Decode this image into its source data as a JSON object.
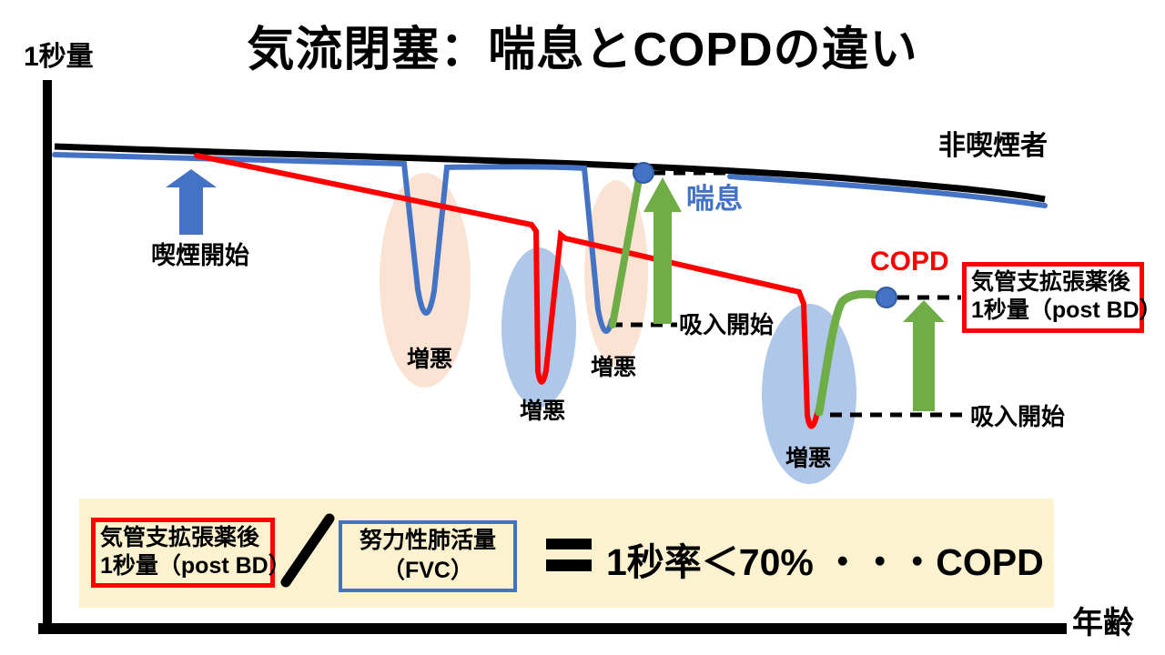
{
  "title": "気流閉塞：喘息とCOPDの違い",
  "axes": {
    "y_label": "1秒量",
    "x_label": "年齢"
  },
  "legend": {
    "nonsmoker": "非喫煙者",
    "asthma": "喘息",
    "copd": "COPD"
  },
  "events": {
    "smoking_start": "喫煙開始",
    "exacerbations": [
      "増悪",
      "増悪",
      "増悪",
      "増悪"
    ],
    "inhalation_start_asthma": "吸入開始",
    "inhalation_start_copd": "吸入開始"
  },
  "post_bd_box": {
    "line1": "気管支拡張薬後",
    "line2": "1秒量（post BD）"
  },
  "formula": {
    "numerator": {
      "line1": "気管支拡張薬後",
      "line2": "1秒量（post BD）"
    },
    "denominator": {
      "line1": "努力性肺活量",
      "line2": "（FVC）"
    },
    "result": "1秒率＜70% ・・・COPD"
  },
  "colors": {
    "asthma_blue": "#4472C4",
    "copd_red": "#FF0000",
    "recovery_green": "#6FAD47",
    "nonsmoker_black": "#000000",
    "exacerbation_peach": "#FAE3D3",
    "exacerbation_lightblue": "#AFC7E8",
    "formula_band_bg": "#FDF2CF"
  }
}
